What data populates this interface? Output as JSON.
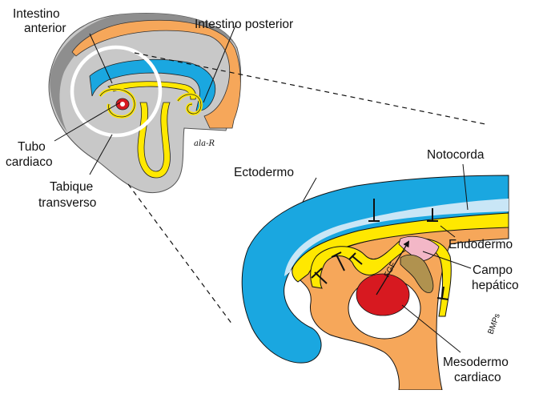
{
  "colors": {
    "ectoderm": "#1aa7e0",
    "ectoderm_light": "#c9e6f6",
    "endoderm": "#ffe800",
    "mesoderm": "#f6a75a",
    "cardiac": "#d71920",
    "hepatic_field": "#f3b7c7",
    "hepatic_bud": "#b0924f",
    "embryo_gray": "#c8c8c8"
  },
  "labels": {
    "foregut_line1": "Intestino",
    "foregut_line2": "anterior",
    "hindgut": "Intestino posterior",
    "heart_tube_line1": "Tubo",
    "heart_tube_line2": "cardiaco",
    "septum_line1": "Tabique",
    "septum_line2": "transverso",
    "ectoderm": "Ectodermo",
    "notochord": "Notocorda",
    "endoderm": "Endodermo",
    "hepatic_line1": "Campo",
    "hepatic_line2": "hepático",
    "cardiac_meso_line1": "Mesodermo",
    "cardiac_meso_line2": "cardiaco",
    "fgf": "FGF",
    "bmps": "BMPs",
    "signature": "ala-R"
  }
}
